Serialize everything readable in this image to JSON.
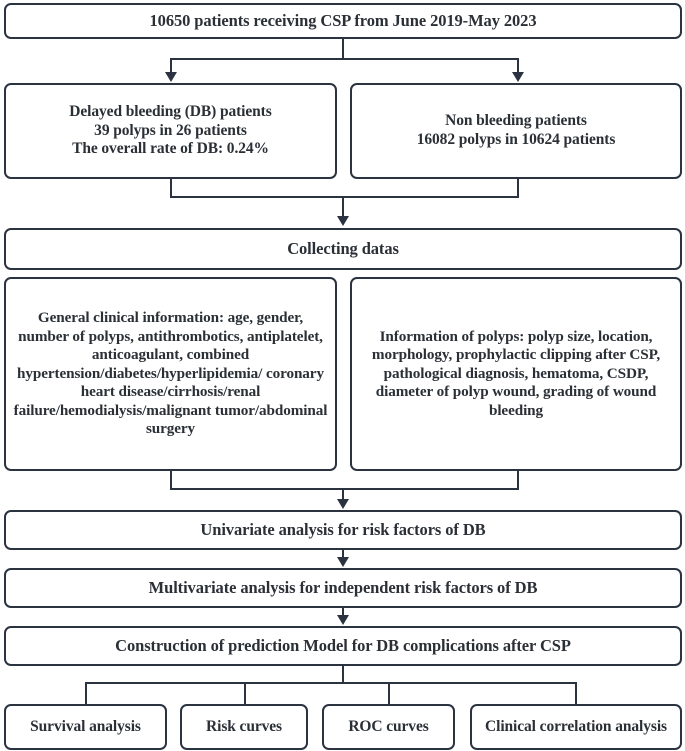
{
  "diagram": {
    "title": "Study flowchart: delayed bleeding after cold snare polypectomy",
    "accent_color": "#2b3340",
    "background_color": "#ffffff",
    "text_color": "#2b3037"
  },
  "nodes": {
    "top": {
      "label": "10650 patients receiving CSP from June 2019-May 2023"
    },
    "delayed_bleeding": {
      "label": "Delayed bleeding (DB) patients\n39 polyps in 26 patients\nThe overall rate of DB: 0.24%"
    },
    "non_bleeding": {
      "label": "Non bleeding patients\n16082 polyps in 10624 patients"
    },
    "collecting": {
      "label": "Collecting datas"
    },
    "general_info": {
      "label": "General clinical information: age, gender, number of polyps, antithrombotics, antiplatelet, anticoagulant, combined hypertension/diabetes/hyperlipidemia/ coronary heart disease/cirrhosis/renal failure/hemodialysis/malignant tumor/abdominal surgery"
    },
    "polyp_info": {
      "label": "Information of polyps: polyp size, location, morphology, prophylactic clipping after CSP, pathological diagnosis, hematoma, CSDP, diameter of polyp wound, grading of wound bleeding"
    },
    "univariate": {
      "label": "Univariate analysis for risk factors of DB"
    },
    "multivariate": {
      "label": "Multivariate analysis for independent risk factors of DB"
    },
    "model": {
      "label": "Construction of prediction Model for DB complications after CSP"
    },
    "survival": {
      "label": "Survival analysis"
    },
    "risk_curves": {
      "label": "Risk curves"
    },
    "roc_curves": {
      "label": "ROC curves"
    },
    "clinical_correlation": {
      "label": "Clinical correlation analysis"
    }
  },
  "chart_data": {
    "type": "diagram",
    "title": "Study flowchart",
    "flow": [
      {
        "id": "top",
        "text": "10650 patients receiving CSP from June 2019-May 2023",
        "level": 0,
        "children": [
          "delayed_bleeding",
          "non_bleeding"
        ]
      },
      {
        "id": "delayed_bleeding",
        "text": "Delayed bleeding (DB) patients / 39 polyps in 26 patients / The overall rate of DB: 0.24%",
        "level": 1,
        "children": [
          "collecting"
        ]
      },
      {
        "id": "non_bleeding",
        "text": "Non bleeding patients / 16082 polyps in 10624 patients",
        "level": 1,
        "children": [
          "collecting"
        ]
      },
      {
        "id": "collecting",
        "text": "Collecting datas",
        "level": 2,
        "children": [
          "general_info",
          "polyp_info"
        ]
      },
      {
        "id": "general_info",
        "text": "General clinical information",
        "level": 3,
        "children": [
          "univariate"
        ]
      },
      {
        "id": "polyp_info",
        "text": "Information of polyps",
        "level": 3,
        "children": [
          "univariate"
        ]
      },
      {
        "id": "univariate",
        "text": "Univariate analysis for risk factors of DB",
        "level": 4,
        "children": [
          "multivariate"
        ]
      },
      {
        "id": "multivariate",
        "text": "Multivariate analysis for independent risk factors of DB",
        "level": 5,
        "children": [
          "model"
        ]
      },
      {
        "id": "model",
        "text": "Construction of prediction Model for DB complications after CSP",
        "level": 6,
        "children": [
          "survival",
          "risk_curves",
          "roc_curves",
          "clinical_correlation"
        ]
      },
      {
        "id": "survival",
        "text": "Survival analysis",
        "level": 7,
        "children": []
      },
      {
        "id": "risk_curves",
        "text": "Risk curves",
        "level": 7,
        "children": []
      },
      {
        "id": "roc_curves",
        "text": "ROC curves",
        "level": 7,
        "children": []
      },
      {
        "id": "clinical_correlation",
        "text": "Clinical correlation analysis",
        "level": 7,
        "children": []
      }
    ],
    "counts": {
      "total_patients": 10650,
      "db_polyps": 39,
      "db_patients": 26,
      "db_rate_percent": 0.24,
      "non_bleeding_polyps": 16082,
      "non_bleeding_patients": 10624
    },
    "study_period": "June 2019-May 2023"
  }
}
